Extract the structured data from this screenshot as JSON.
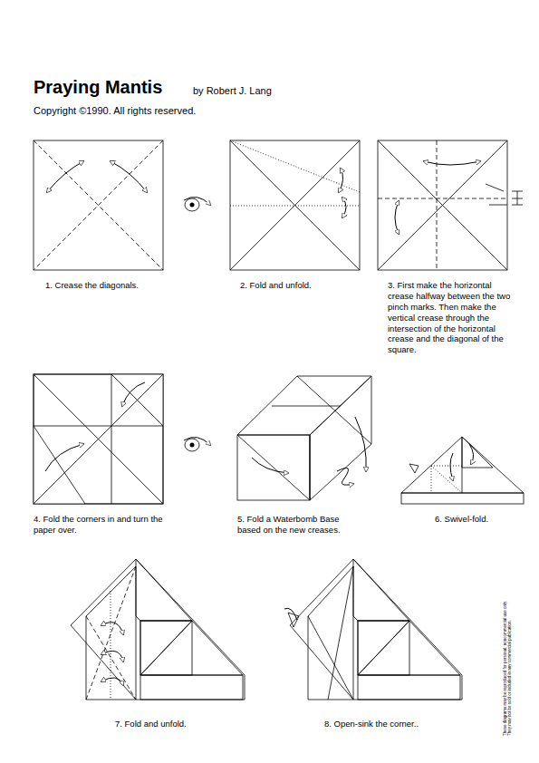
{
  "diagram": {
    "title": "Praying Mantis",
    "labels": [
      "by Robert J. Lang",
      "Copyright ©1990. All rights reserved.",
      "1. Crease the diagonals.",
      "2. Fold and unfold.",
      "3. First make the horizontal crease halfway between the two pinch marks. Then make the vertical crease through the intersection of the horizontal crease and the diagonal of the square.",
      "4. Fold the corners in and turn the paper over.",
      "5. Fold a Waterbomb Base based on the new creases.",
      "6. Swivel-fold.",
      "7. Fold and unfold.",
      "8. Open-sink the corner..",
      "These diagrams may be reproduced for personal, noncommercial use only. They may not be sold or included in any commercial publication."
    ]
  }
}
